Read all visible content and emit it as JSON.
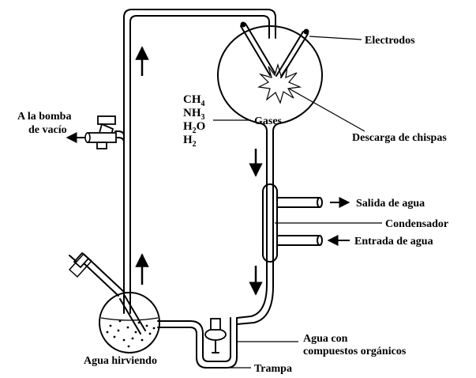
{
  "labels": {
    "electrodes": "Electrodos",
    "spark_discharge": "Descarga de chispas",
    "gases": "Gases",
    "vacuum_pump_line1": "A la bomba",
    "vacuum_pump_line2": "de vacío",
    "water_out": "Salida de agua",
    "condenser": "Condensador",
    "water_in": "Entrada de agua",
    "water_organic_line1": "Agua con",
    "water_organic_line2": "compuestos orgánicos",
    "boiling_water": "Agua hirviendo",
    "trap": "Trampa"
  },
  "gas_list": [
    {
      "base": "CH",
      "sub": "4",
      "tail": ""
    },
    {
      "base": "NH",
      "sub": "3",
      "tail": ""
    },
    {
      "base": "H",
      "sub": "2",
      "tail": "O"
    },
    {
      "base": "H",
      "sub": "2",
      "tail": ""
    }
  ],
  "icons": [
    "up-arrow-icon",
    "down-arrow-icon",
    "left-arrow-icon",
    "right-arrow-icon",
    "spark-icon",
    "stopcock-icon"
  ]
}
